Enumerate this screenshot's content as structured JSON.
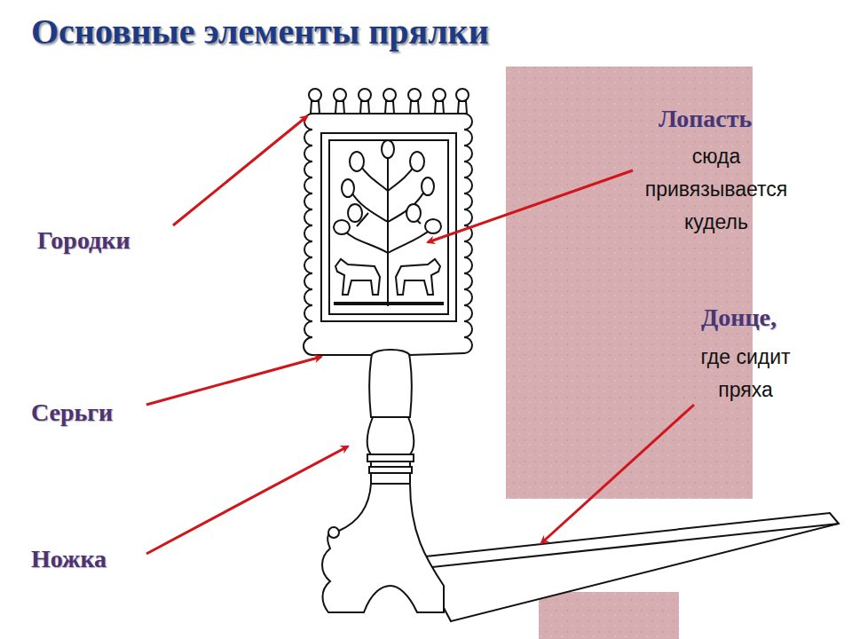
{
  "diagram": {
    "title": "Основные элементы прялки",
    "labels": [
      "Городки",
      "Серьги",
      "Ножка",
      "Лопасть",
      "сюда привязывается кудель",
      "Донце,",
      "где сидит пряха"
    ]
  }
}
